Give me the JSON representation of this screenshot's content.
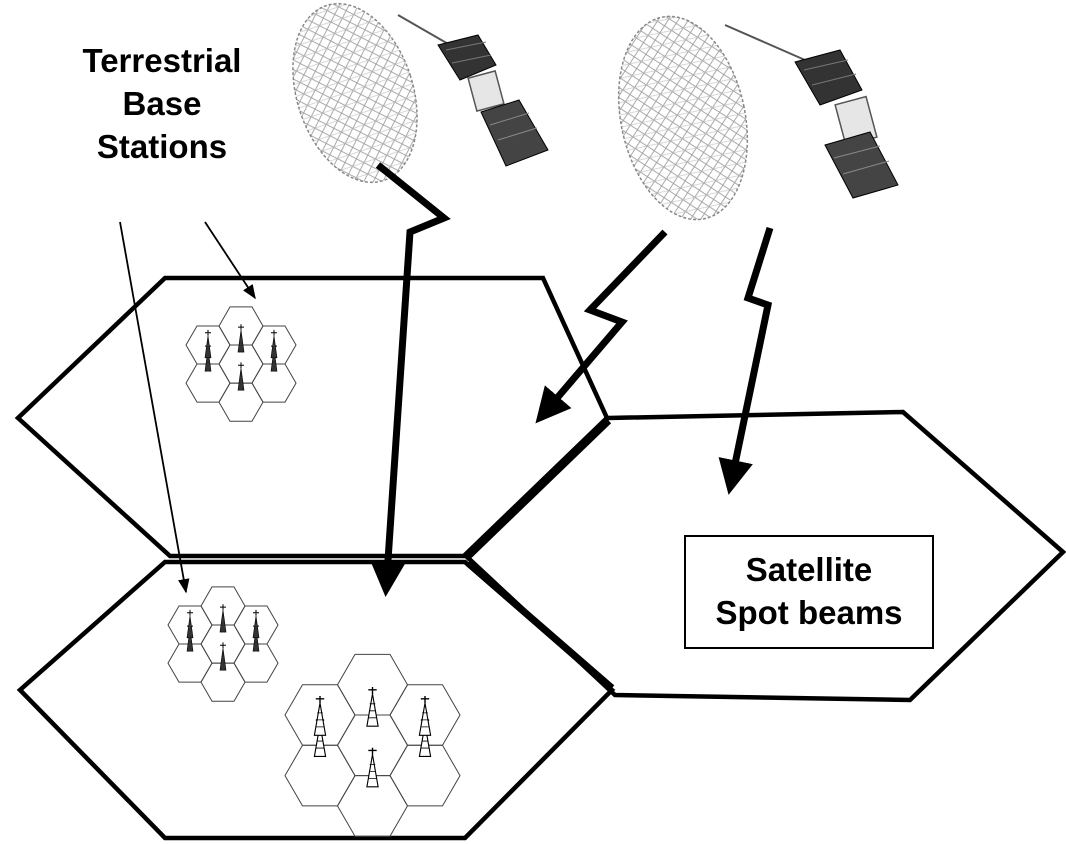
{
  "labels": {
    "terrestrial_line1": "Terrestrial",
    "terrestrial_line2": "Base",
    "terrestrial_line3": "Stations",
    "spot_line1": "Satellite",
    "spot_line2": "Spot beams"
  },
  "colors": {
    "ink": "#000000",
    "background": "#ffffff",
    "satellite_panel": "#333333",
    "antenna_mesh": "#9a9a9a"
  },
  "icons": [
    "satellite-icon",
    "antenna-reflector-icon",
    "base-station-tower-icon",
    "lightning-arrow-icon"
  ]
}
